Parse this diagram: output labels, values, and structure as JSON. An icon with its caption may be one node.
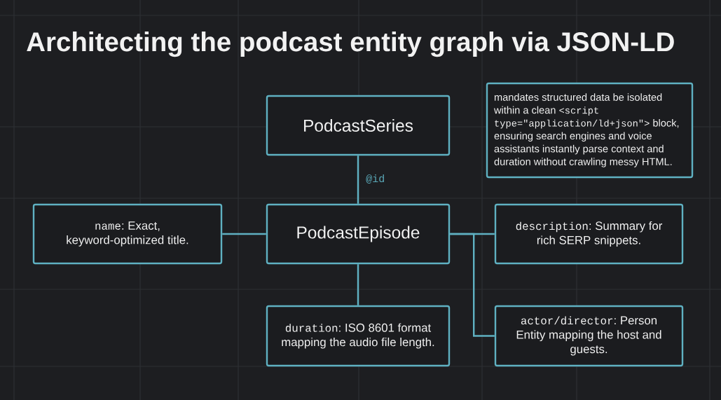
{
  "diagram": {
    "title": "Architecting the podcast entity graph via JSON-LD",
    "nodes": [
      {
        "text": [
          "PodcastSeries"
        ]
      },
      {
        "text": [
          "mandates structured data be isolated within a clean <script type=\"application/ld+json\"> block, ensuring search engines and voice assistants instantly parse context and duration without crawling messy HTML."
        ]
      },
      {
        "text": [
          "name: Exact, keyword-optimized title."
        ]
      },
      {
        "text": [
          "PodcastEpisode"
        ]
      },
      {
        "text": [
          "description: Summary for rich SERP snippets."
        ]
      },
      {
        "text": [
          "duration: ISO 8601 format mapping the audio file length."
        ]
      },
      {
        "text": [
          "actor/director: Person Entity mapping the host and guests."
        ]
      }
    ],
    "edges": [
      {
        "from": 0,
        "to": 3,
        "arrow": "none",
        "label": "@id"
      },
      {
        "from": 3,
        "to": 2,
        "arrow": "none"
      },
      {
        "from": 3,
        "to": 4,
        "arrow": "none"
      },
      {
        "from": 3,
        "to": 6,
        "arrow": "none"
      },
      {
        "from": 3,
        "to": 5,
        "arrow": "none"
      }
    ]
  }
}
